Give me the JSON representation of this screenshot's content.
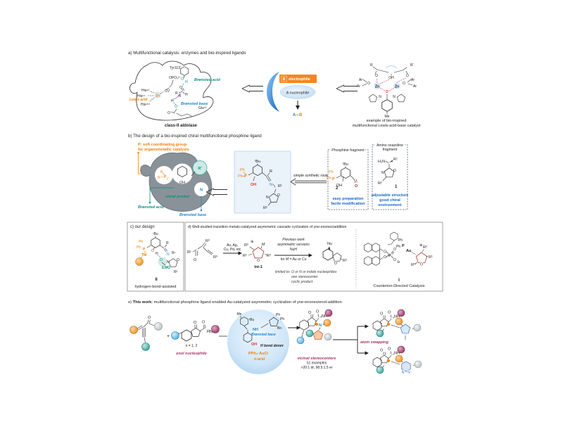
{
  "panel_a": {
    "title": "a) Multifunctional catalysis: enzymes and bio-inspired ligands",
    "enzyme": {
      "tyr": "Tyr113'",
      "opo3": "OPO₃²⁻",
      "his92": "His⁹²",
      "his94": "His⁹⁴",
      "his155": "His¹⁵⁵",
      "zn": "Zn",
      "glu": "Glu⁷³",
      "lewis_acid": "Lewis acid",
      "bronsted_acid": "Brønsted acid",
      "bronsted_base": "Brønsted base",
      "o_carbonyl": "O",
      "o_phenol": "O",
      "h_phenol": "H",
      "o_dhap": "O",
      "h_central": "H",
      "o_minus": "O⁻",
      "o_glu": "O",
      "r": "R",
      "h_ald": "H",
      "caption": "class-II aldolase"
    },
    "concept": {
      "electro_b": "B",
      "electro_label": "electrophile",
      "nucleophile": "A nucleophile",
      "prod_a": "A",
      "prod_bond": "–",
      "prod_b": "B"
    },
    "catalyst": {
      "r": "R",
      "rp": "R'",
      "oh": "OH",
      "o1": "O",
      "o2": "O",
      "o_left": "O",
      "o_right": "O",
      "o_center": "O",
      "ar1": "Ar",
      "ar2": "Ar",
      "ar3": "Ar",
      "ar4": "Ar",
      "zn1": "Zn",
      "zn2": "Zn",
      "n1": "N",
      "n2": "N",
      "me": "Me",
      "cap1": "example of bio-inspired",
      "cap2": "multifunctional Lewis-acid-base catalyst"
    }
  },
  "panel_b": {
    "title": "b) The design of a bio-inspired chiral multifunctional phosphine ligand",
    "note1": "P: soft coordinating group",
    "note2": "for organometallic catalysis",
    "pocket": {
      "r1": "R",
      "r2": "R",
      "p": "P",
      "oh": "OH",
      "rp": "R'",
      "n": "N",
      "chiral": "chiral pocket",
      "acid": "Brønsted acid",
      "base": "Brønsted base"
    },
    "ligand": {
      "tbu": "ᵗBu",
      "ph1": "Ph",
      "ph2": "Ph",
      "p": "P",
      "oh": "OH",
      "r": "R",
      "n": "N",
      "r1": "R¹",
      "n2": "N",
      "o": "O",
      "r2": "R²"
    },
    "route": "simple synthetic route",
    "phos": {
      "header": "Phosphine fragment",
      "tbu": "ᵗBu",
      "ph1": "Ph",
      "ph2": "Ph",
      "p": "P",
      "oh": "OH",
      "o": "O",
      "num": "2",
      "b1": "easy preparation",
      "b2": "facile modification"
    },
    "oxa": {
      "header1": "Amino oxazoline",
      "header2": "fragment",
      "h2n": "H₂N",
      "r1": "R¹",
      "n": "N",
      "o": "O",
      "r2": "R²",
      "num": "1",
      "b1": "adjustable structure",
      "b2": "good chiral",
      "b3": "environment"
    }
  },
  "panel_c": {
    "title": "c) our design",
    "s": {
      "tbu": "ᵗBu",
      "ph1": "Ph",
      "ph2": "Ph",
      "p": "P",
      "tm": "TM",
      "o": "O",
      "h": "H",
      "o2": "O",
      "ewg": "EWG",
      "r": "R",
      "n": "N",
      "r1": "R¹",
      "n2": "N",
      "o3": "O",
      "r2": "R²",
      "num": "II"
    },
    "caption": "hydrogen-bond-assisted"
  },
  "panel_d": {
    "title": "d) Well-studied transition metals-catalyzed asymmetric cascade cyclization of yne-enones/addition",
    "sub": {
      "r1": "R¹",
      "r2": "R²",
      "r3": "R³",
      "o": "O"
    },
    "arr1a": "Au, Ag,",
    "arr1b": "Cu, Pd, etc",
    "int1": {
      "r2": "R²",
      "plus": "⊕",
      "m": "M",
      "r1": "R¹",
      "r3": "R³",
      "o": "O",
      "label": "Int-1"
    },
    "arr2": {
      "l1": "Previous work",
      "l2": "asymmetric versions",
      "l3": "NuH",
      "l4": "for M = Au or Cu"
    },
    "lim": {
      "p": "limited to:",
      "l1": "O or N or indole nucleophiles",
      "l2": "one stereocenter",
      "l3": "cyclic product"
    },
    "prod": {
      "nu": "Nu",
      "o": "O",
      "r3": "R³"
    },
    "cat": {
      "ph1": "Ph",
      "ph2": "Ph",
      "p": "P",
      "au": "Au",
      "o1": "O",
      "o2": "O",
      "p2": "P",
      "o3": "O",
      "o4": "O",
      "minus": "⊖",
      "plus": "⊕",
      "o5": "O",
      "r2": "R²",
      "r1": "R¹",
      "r3": "R³",
      "label": "I",
      "caption": "Counterion-Directed Catalysis"
    }
  },
  "panel_e": {
    "title_prefix": "e) ",
    "title_bold": "This work:",
    "title_rest": " multifunctional phosphine ligand enabled Au-catalyzed asymmetric cyclization of yne-enones/enol-addition",
    "plus": "+",
    "sub1": {
      "o": "O"
    },
    "sub2": {
      "o1": "O",
      "o2": "O",
      "hn": "HN",
      "n": "n = 1, 2",
      "caption": "enol nucleophile"
    },
    "cat": {
      "me": "Me",
      "tbu": "ᵗBu",
      "ph1": "Ph",
      "ph2": "Ph",
      "bn": "Bn",
      "nh": "NH",
      "base": "Brønsted base",
      "oh": "OH",
      "hbond": "H bond donor",
      "pph2": "PPh₂·AuCl",
      "pi": "π-acid"
    },
    "prod": {
      "o1": "O",
      "o2": "O",
      "nh": "NH",
      "l1": "vicinal stereocenters",
      "l2": "51 examples",
      "l3": ">20:1 dr, 98.5:1.5 er"
    },
    "swap": "atom swapping",
    "ptop": {
      "o1": "O",
      "o2": "O",
      "nh": "NH",
      "n": "N"
    },
    "pbot": {
      "o1": "O",
      "o2": "O",
      "nh": "NH",
      "n1": "N",
      "n2": "N"
    }
  }
}
